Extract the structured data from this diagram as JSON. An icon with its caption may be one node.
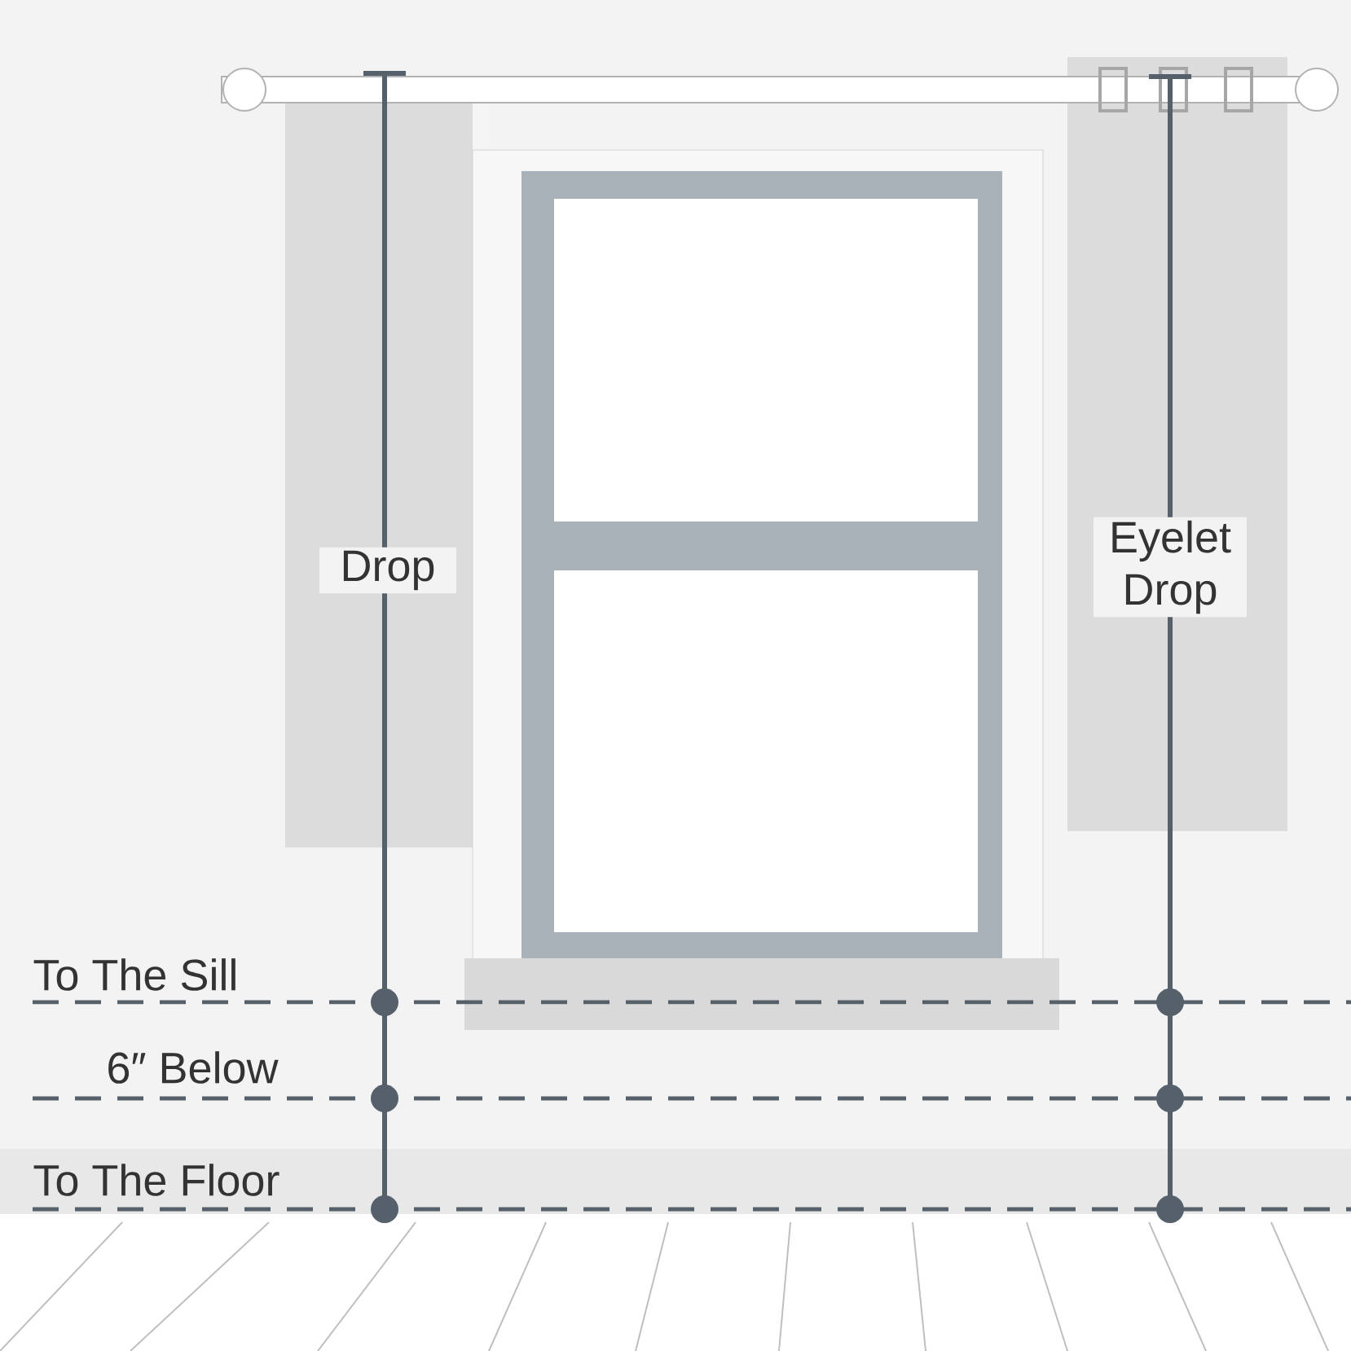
{
  "diagram": {
    "labels": [
      "Drop",
      "Eyelet Drop",
      "To The Sill",
      "6″ Below",
      "To The Floor"
    ]
  }
}
